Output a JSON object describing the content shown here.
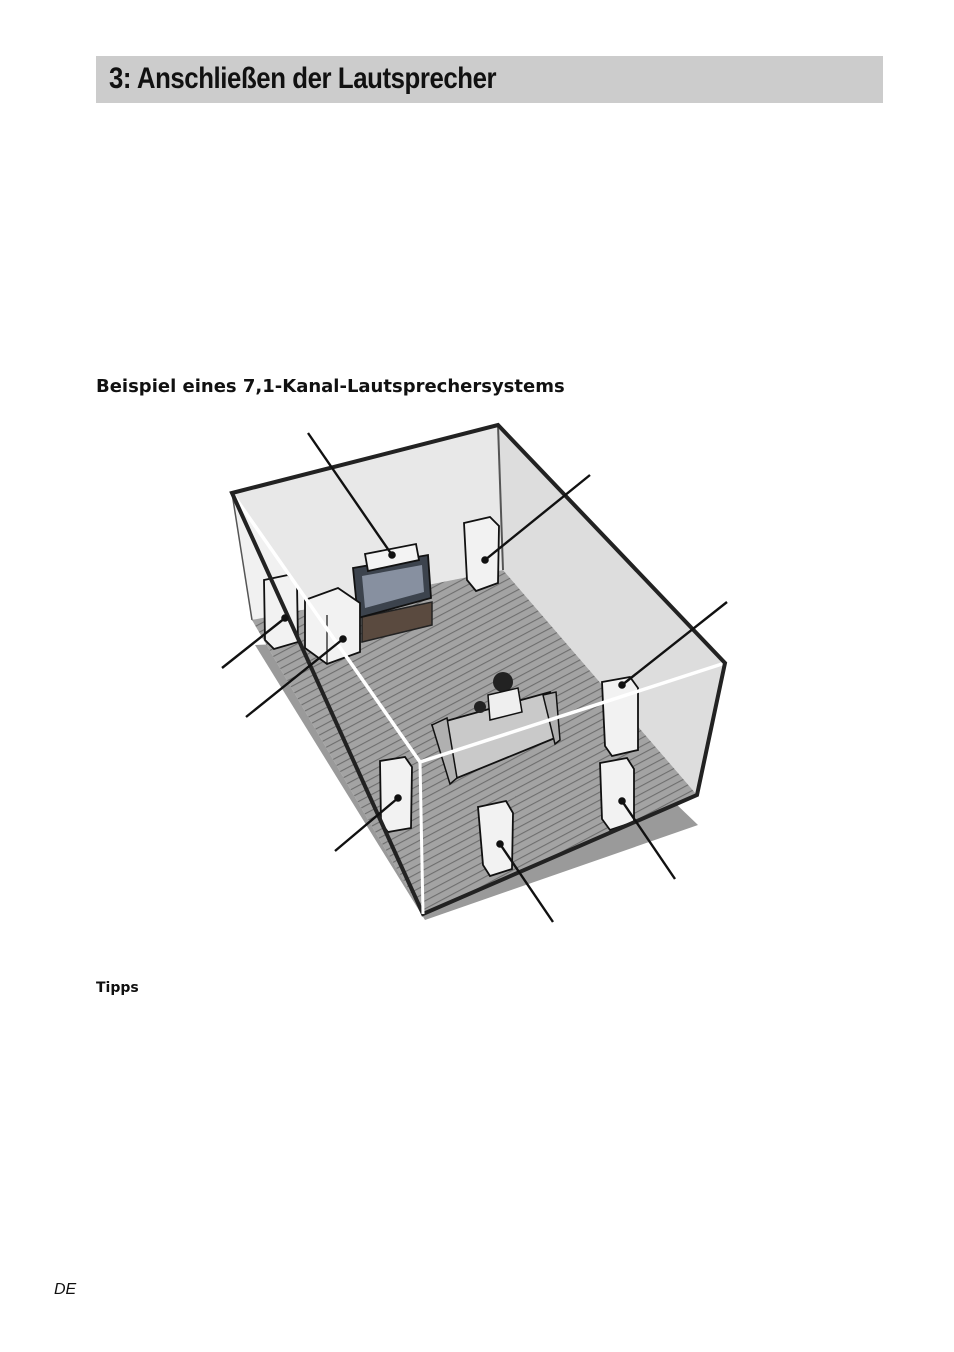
{
  "page": {
    "title": "3: Anschließen der Lautsprecher",
    "section_heading": "Beispiel eines 7,1-Kanal-Lautsprechersystems",
    "tips_label": "Tipps",
    "language_code": "DE"
  },
  "figure": {
    "icon": "room-speaker-layout-illustration",
    "speakers": [
      "center",
      "front-left",
      "front-right",
      "subwoofer",
      "surround-left",
      "surround-right",
      "surround-back-left",
      "surround-back-right"
    ],
    "colors": {
      "outline": "#222222",
      "floor": "#8f8f8f",
      "wall": "#e2e2e2",
      "speaker": "#f2f2f2",
      "header_bar": "#cccccc"
    }
  }
}
